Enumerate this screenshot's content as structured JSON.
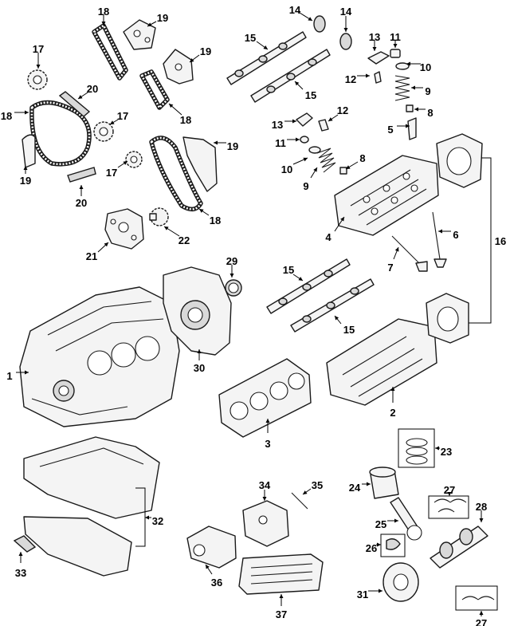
{
  "callouts": [
    {
      "id": "c1",
      "label": "1"
    },
    {
      "id": "c2",
      "label": "2"
    },
    {
      "id": "c3",
      "label": "3"
    },
    {
      "id": "c4",
      "label": "4"
    },
    {
      "id": "c5",
      "label": "5"
    },
    {
      "id": "c6",
      "label": "6"
    },
    {
      "id": "c7",
      "label": "7"
    },
    {
      "id": "c8a",
      "label": "8"
    },
    {
      "id": "c8b",
      "label": "8"
    },
    {
      "id": "c9a",
      "label": "9"
    },
    {
      "id": "c9b",
      "label": "9"
    },
    {
      "id": "c10a",
      "label": "10"
    },
    {
      "id": "c10b",
      "label": "10"
    },
    {
      "id": "c11a",
      "label": "11"
    },
    {
      "id": "c11b",
      "label": "11"
    },
    {
      "id": "c12a",
      "label": "12"
    },
    {
      "id": "c12b",
      "label": "12"
    },
    {
      "id": "c13a",
      "label": "13"
    },
    {
      "id": "c13b",
      "label": "13"
    },
    {
      "id": "c14a",
      "label": "14"
    },
    {
      "id": "c14b",
      "label": "14"
    },
    {
      "id": "c15a",
      "label": "15"
    },
    {
      "id": "c15b",
      "label": "15"
    },
    {
      "id": "c15c",
      "label": "15"
    },
    {
      "id": "c15d",
      "label": "15"
    },
    {
      "id": "c16",
      "label": "16"
    },
    {
      "id": "c17a",
      "label": "17"
    },
    {
      "id": "c17b",
      "label": "17"
    },
    {
      "id": "c17c",
      "label": "17"
    },
    {
      "id": "c18a",
      "label": "18"
    },
    {
      "id": "c18b",
      "label": "18"
    },
    {
      "id": "c18c",
      "label": "18"
    },
    {
      "id": "c18d",
      "label": "18"
    },
    {
      "id": "c19a",
      "label": "19"
    },
    {
      "id": "c19b",
      "label": "19"
    },
    {
      "id": "c19c",
      "label": "19"
    },
    {
      "id": "c19d",
      "label": "19"
    },
    {
      "id": "c20a",
      "label": "20"
    },
    {
      "id": "c20b",
      "label": "20"
    },
    {
      "id": "c21",
      "label": "21"
    },
    {
      "id": "c22",
      "label": "22"
    },
    {
      "id": "c23",
      "label": "23"
    },
    {
      "id": "c24",
      "label": "24"
    },
    {
      "id": "c25",
      "label": "25"
    },
    {
      "id": "c26",
      "label": "26"
    },
    {
      "id": "c27a",
      "label": "27"
    },
    {
      "id": "c27b",
      "label": "27"
    },
    {
      "id": "c28",
      "label": "28"
    },
    {
      "id": "c29",
      "label": "29"
    },
    {
      "id": "c30",
      "label": "30"
    },
    {
      "id": "c31",
      "label": "31"
    },
    {
      "id": "c32",
      "label": "32"
    },
    {
      "id": "c33",
      "label": "33"
    },
    {
      "id": "c34",
      "label": "34"
    },
    {
      "id": "c35",
      "label": "35"
    },
    {
      "id": "c36",
      "label": "36"
    },
    {
      "id": "c37",
      "label": "37"
    }
  ]
}
